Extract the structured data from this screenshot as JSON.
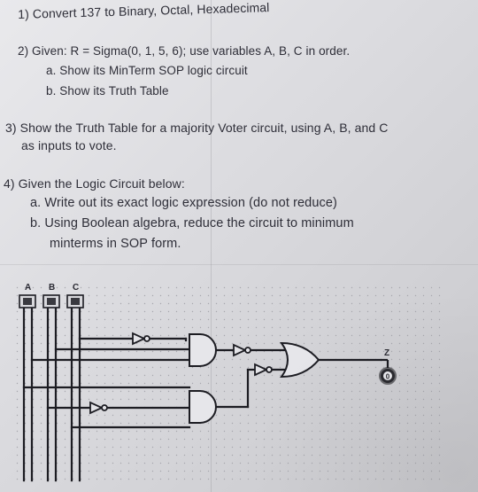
{
  "questions": {
    "q1": "1) Convert 137 to Binary, Octal, Hexadecimal",
    "q2": "2) Given: R = Sigma(0, 1, 5, 6); use variables A, B, C in order.",
    "q2a": "a. Show its MinTerm SOP logic circuit",
    "q2b": "b. Show its Truth Table",
    "q3_line1": "3) Show the Truth Table for a majority Voter circuit, using A, B, and C",
    "q3_line2": "as inputs to vote.",
    "q4": "4) Given the Logic Circuit below:",
    "q4a": "a. Write out its exact logic expression (do not reduce)",
    "q4b_line1": "b. Using Boolean algebra, reduce the circuit to minimum",
    "q4b_line2": "minterms in SOP form."
  },
  "circuit": {
    "input_a": "A",
    "input_b": "B",
    "input_c": "C",
    "output_z": "Z",
    "output_led_value": "0",
    "colors": {
      "wire": "#1c1c22",
      "led": "#2b2b30",
      "led_ring": "#6a6a6e"
    }
  }
}
